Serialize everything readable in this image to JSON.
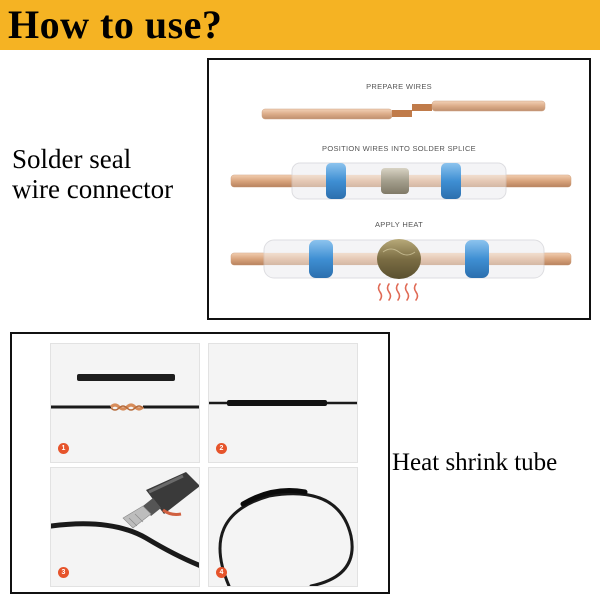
{
  "banner": {
    "title": "How to use?"
  },
  "solder_seal": {
    "label_line1": "Solder seal",
    "label_line2": "wire connector",
    "steps": [
      {
        "caption": "PREPARE WIRES"
      },
      {
        "caption": "POSITION WIRES INTO SOLDER SPLICE"
      },
      {
        "caption": "APPLY HEAT"
      }
    ]
  },
  "heat_shrink": {
    "label": "Heat shrink tube",
    "steps": [
      {
        "number": "1"
      },
      {
        "number": "2"
      },
      {
        "number": "3"
      },
      {
        "number": "4"
      }
    ]
  },
  "colors": {
    "banner": "#f5b323",
    "copper": "#d9a47d",
    "connector_blue": "#3f8fd3",
    "badge": "#e6542b",
    "heat": "#e06a55"
  }
}
